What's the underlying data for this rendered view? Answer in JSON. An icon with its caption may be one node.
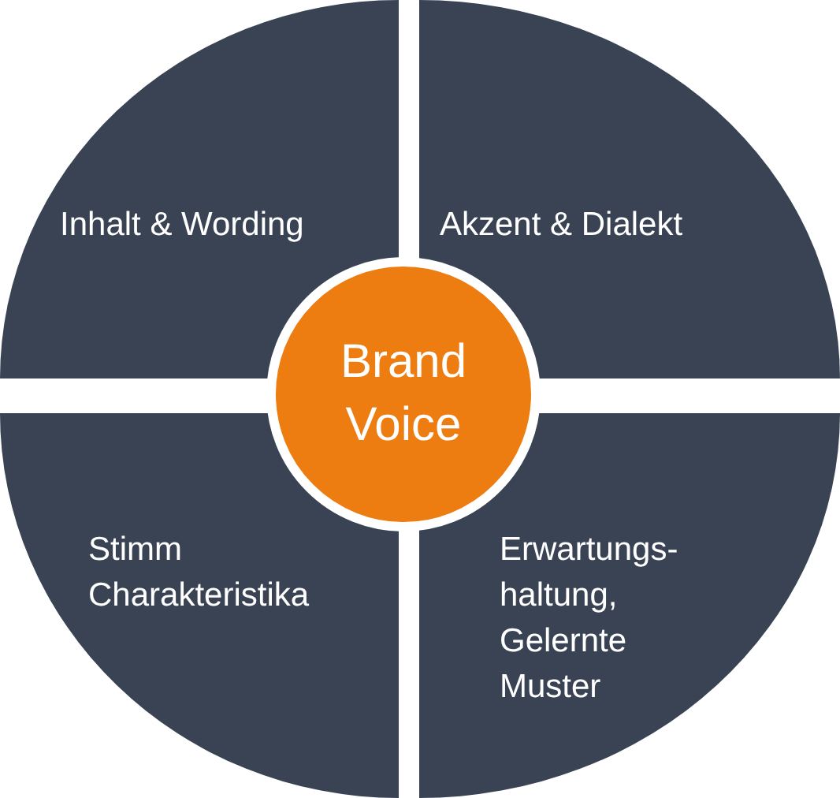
{
  "diagram": {
    "nodes": [
      {
        "text": [
          "Inhalt & Wording"
        ]
      },
      {
        "text": [
          "Akzent & Dialekt"
        ]
      },
      {
        "text": [
          "Brand Voice"
        ]
      },
      {
        "text": [
          "Stimm Charakteristika"
        ]
      },
      {
        "text": [
          "Erwartungs- haltung, Gelernte Muster"
        ]
      }
    ]
  }
}
